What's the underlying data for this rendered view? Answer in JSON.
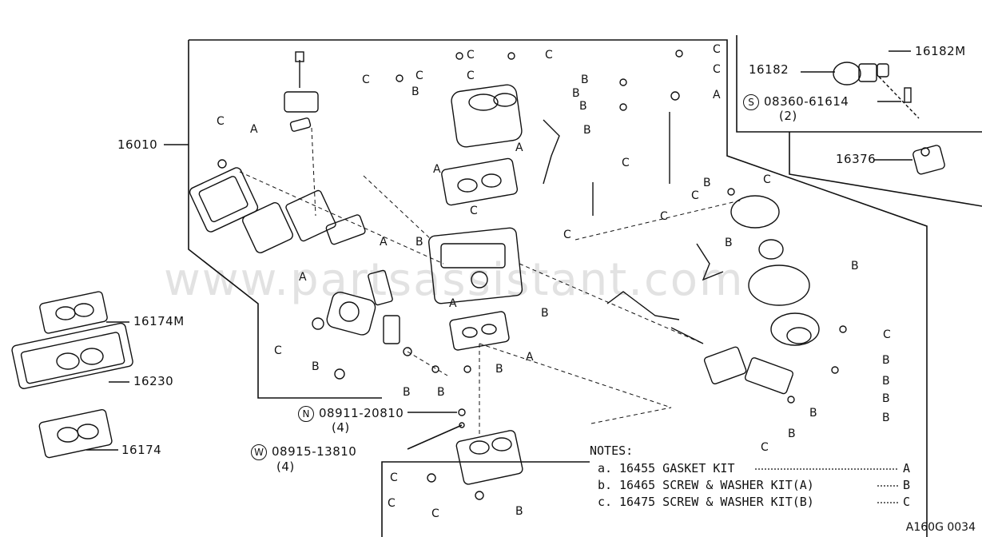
{
  "diagram": {
    "reference_code": "A160G 0034",
    "watermark": "www.partsassistant.com",
    "part_numbers": {
      "main_carburetor": "16010",
      "gasket_upper": "16174M",
      "insulator": "16230",
      "gasket_lower": "16174",
      "inset_part_a": "16182",
      "inset_part_b": "16182M",
      "inset_screw": "08360-61614",
      "inset_screw_qty": "(2)",
      "bracket": "16376",
      "nut": "08911-20810",
      "nut_qty": "(4)",
      "washer": "08915-13810",
      "washer_qty": "(4)"
    },
    "circled_symbols": {
      "screw": "S",
      "nut": "N",
      "washer": "W"
    },
    "letters": {
      "a": "A",
      "b": "B",
      "c": "C"
    },
    "notes": {
      "heading": "NOTES:",
      "items": [
        {
          "key": "a.",
          "text": "16455 GASKET KIT",
          "ref": "A"
        },
        {
          "key": "b.",
          "text": "16465 SCREW & WASHER KIT(A)",
          "ref": "B"
        },
        {
          "key": "c.",
          "text": "16475 SCREW & WASHER KIT(B)",
          "ref": "C"
        }
      ]
    }
  }
}
